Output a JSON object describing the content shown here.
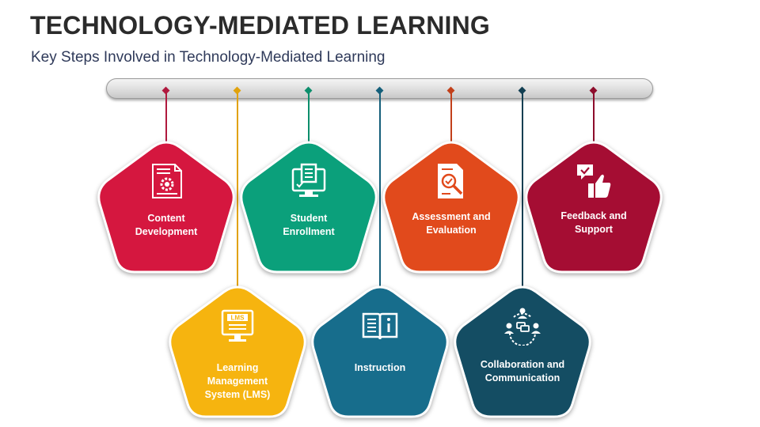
{
  "title": "TECHNOLOGY-MEDIATED LEARNING",
  "subtitle": "Key Steps Involved in Technology-Mediated Learning",
  "steps": [
    {
      "label": "Content\nDevelopment",
      "color": "#d5173f",
      "icon": "content-development-icon"
    },
    {
      "label": "Learning\nManagement\nSystem (LMS)",
      "color": "#f6b40f",
      "icon": "lms-monitor-icon"
    },
    {
      "label": "Student\nEnrollment",
      "color": "#0ba07b",
      "icon": "student-enrollment-icon"
    },
    {
      "label": "Instruction",
      "color": "#176d8c",
      "icon": "book-icon"
    },
    {
      "label": "Assessment and\nEvaluation",
      "color": "#e14a1c",
      "icon": "assessment-icon"
    },
    {
      "label": "Collaboration and\nCommunication",
      "color": "#144d63",
      "icon": "collaboration-icon"
    },
    {
      "label": "Feedback and\nSupport",
      "color": "#a50d33",
      "icon": "feedback-icon"
    }
  ],
  "connector_colors": [
    "#b0193e",
    "#e1a20c",
    "#0c8e6c",
    "#145f7a",
    "#c2401a",
    "#123f52",
    "#8d0d2c"
  ]
}
